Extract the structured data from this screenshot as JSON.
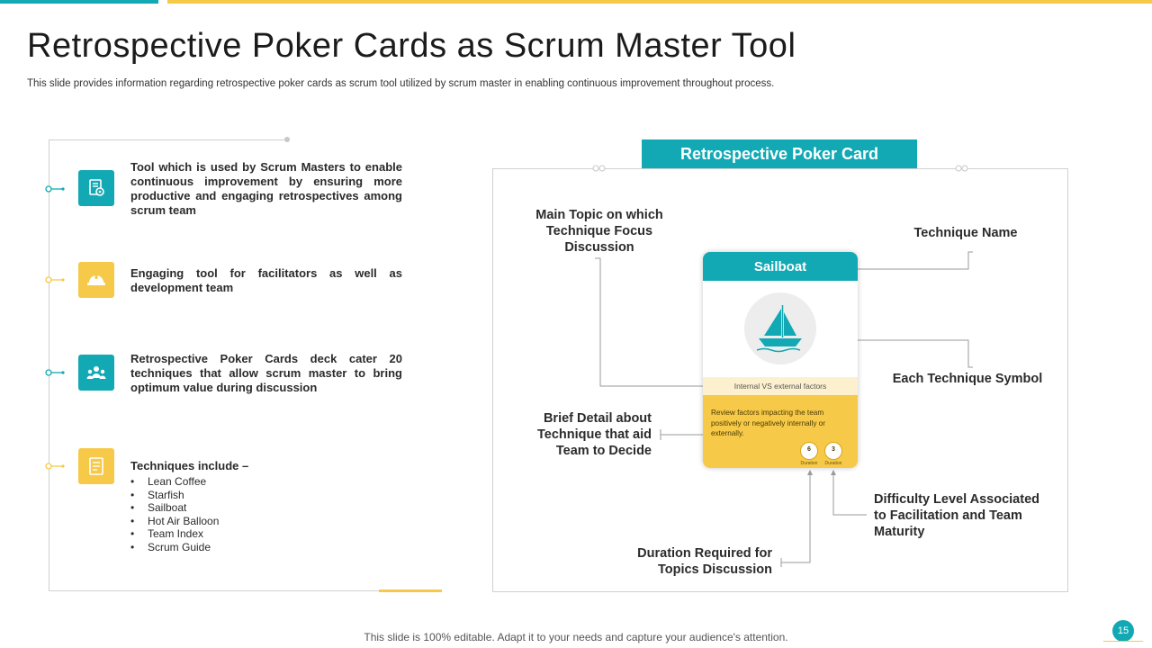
{
  "slide": {
    "title": "Retrospective Poker Cards as Scrum Master Tool",
    "subtitle": "This slide provides information regarding retrospective poker cards as scrum tool utilized by scrum master in enabling continuous improvement throughout process.",
    "footer": "This slide is 100% editable. Adapt it to your needs and capture your audience's attention.",
    "page_number": "15"
  },
  "colors": {
    "teal": "#12a9b4",
    "yellow": "#f7c948"
  },
  "left_items": [
    {
      "icon": "gears-document-icon",
      "text": "Tool which is used by Scrum Masters to enable continuous improvement by ensuring more productive and engaging retrospectives among scrum team"
    },
    {
      "icon": "hard-hat-icon",
      "text": "Engaging tool for facilitators as well as development team"
    },
    {
      "icon": "team-icon",
      "text": "Retrospective Poker Cards deck cater 20 techniques that allow scrum master to bring optimum value during discussion"
    },
    {
      "icon": "checklist-icon",
      "text": "Techniques include –",
      "bullets": [
        "Lean Coffee",
        "Starfish",
        "Sailboat",
        "Hot Air Balloon",
        "Team Index",
        "Scrum Guide"
      ]
    }
  ],
  "poker_card": {
    "header": "Retrospective Poker Card",
    "name": "Sailboat",
    "symbol_icon": "sailboat-icon",
    "topic": "Internal VS external factors",
    "description": "Review factors impacting the team positively or negatively internally or externally.",
    "duration_value": "6",
    "difficulty_value": "3",
    "duration_label": "Duration",
    "difficulty_label": "Duration",
    "labels": {
      "main_topic": "Main Topic on which Technique Focus Discussion",
      "technique_name": "Technique Name",
      "technique_symbol": "Each Technique Symbol",
      "brief_detail": "Brief Detail about Technique that aid Team to Decide",
      "difficulty": "Difficulty Level Associated to Facilitation and Team Maturity",
      "duration": "Duration Required for Topics Discussion"
    }
  }
}
